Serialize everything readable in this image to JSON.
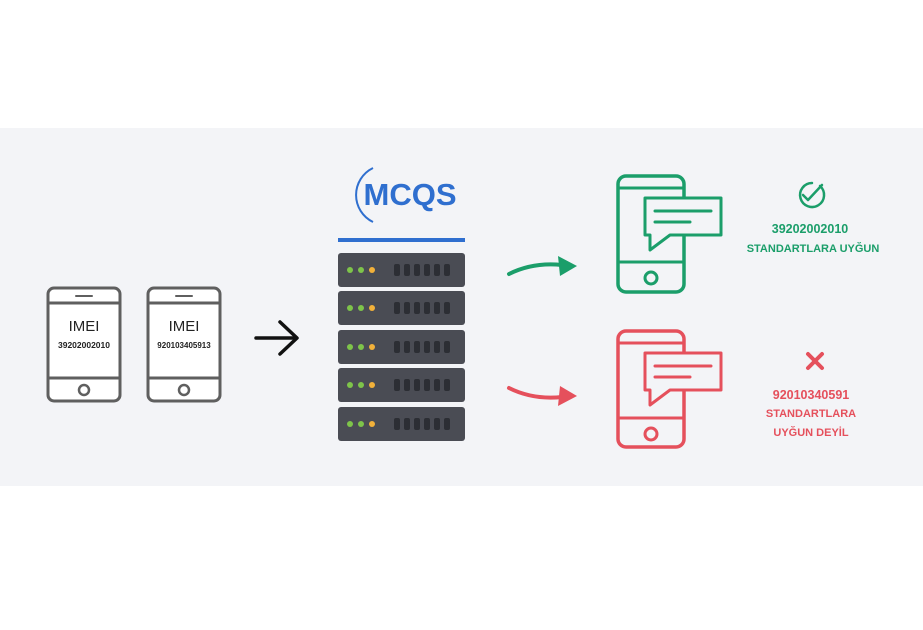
{
  "logo": {
    "text": "MCQS"
  },
  "colors": {
    "background_band": "#f3f4f7",
    "gray_device": "#5f5f5f",
    "accent_blue": "#2f6fcf",
    "server_dark": "#4a4c54",
    "success": "#1b9e6a",
    "error": "#e5505c",
    "led_green": "#7ec44a",
    "led_yellow": "#f2b13a"
  },
  "input_devices": [
    {
      "label": "IMEI",
      "number": "39202002010"
    },
    {
      "label": "IMEI",
      "number": "920103405913"
    }
  ],
  "results": {
    "success": {
      "icon": "check-circle-icon",
      "imei": "39202002010",
      "status": "STANDARTLARA UYĞUN"
    },
    "failure": {
      "icon": "cross-icon",
      "imei": "92010340591",
      "status_line1": "STANDARTLARA",
      "status_line2": "UYĞUN DEYİL"
    }
  }
}
